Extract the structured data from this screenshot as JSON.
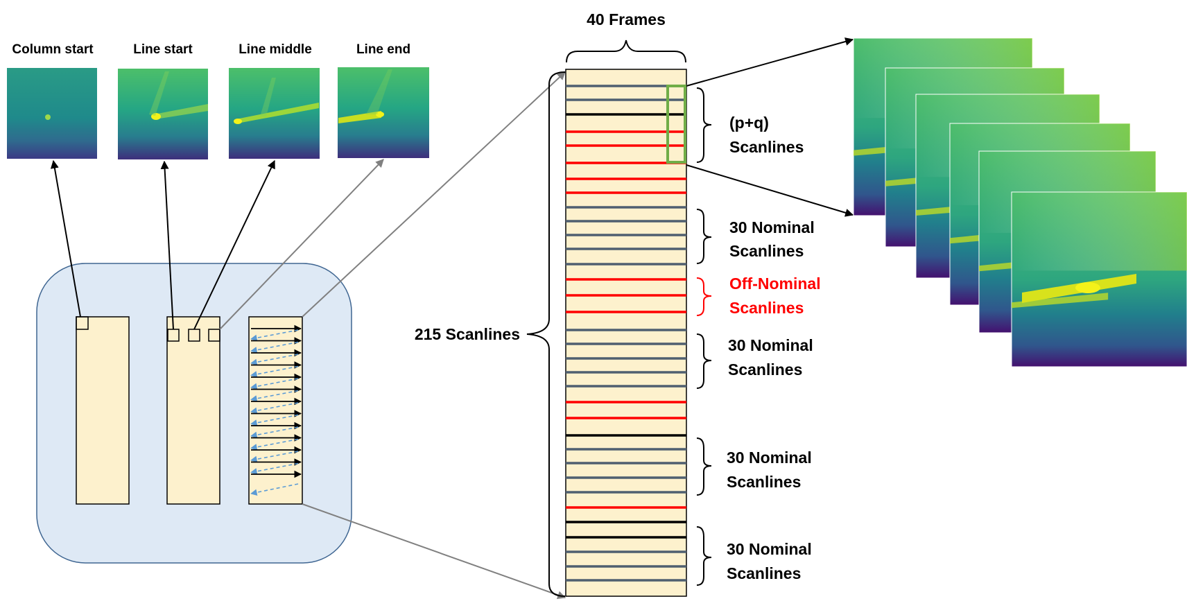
{
  "thumbnails": [
    {
      "label": "Column start"
    },
    {
      "label": "Line start"
    },
    {
      "label": "Line middle"
    },
    {
      "label": "Line end"
    }
  ],
  "header": {
    "frames_label": "40 Frames"
  },
  "left_label": "215 Scanlines",
  "annotations": [
    {
      "line1": "(p+q)",
      "line2": "Scanlines",
      "color": "#000000"
    },
    {
      "line1": "30 Nominal",
      "line2": "Scanlines",
      "color": "#000000"
    },
    {
      "line1": "Off-Nominal",
      "line2": "Scanlines",
      "color": "#ff0000"
    },
    {
      "line1": "30 Nominal",
      "line2": "Scanlines",
      "color": "#000000"
    },
    {
      "line1": "30 Nominal",
      "line2": "Scanlines",
      "color": "#000000"
    },
    {
      "line1": "30 Nominal",
      "line2": "Scanlines",
      "color": "#000000"
    }
  ],
  "colors": {
    "panel_fill": "#dee9f5",
    "panel_stroke": "#3e6591",
    "strip_fill": "#fdf1cd",
    "scanline_gray": "#4f5f70",
    "scanline_red": "#ff0000",
    "scanline_black": "#000000",
    "highlight_green": "#70ad47",
    "dash_arrow": "#5b9bd5",
    "connector_gray": "#808080"
  }
}
